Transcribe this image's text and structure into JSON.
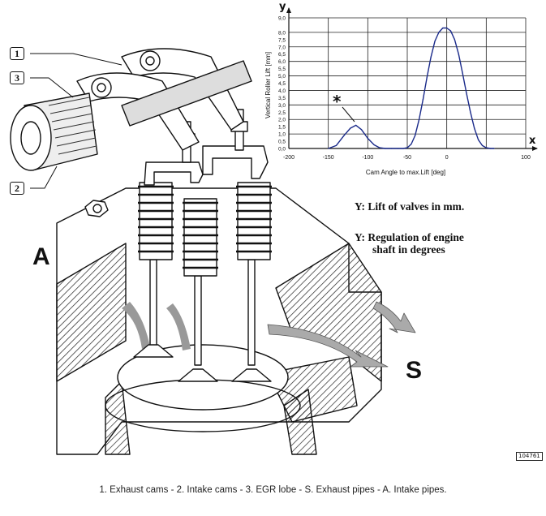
{
  "figure": {
    "callouts": [
      "1",
      "3",
      "2"
    ],
    "letters": {
      "intake": "A",
      "exhaust": "S"
    },
    "legend_lines": [
      "Y:  Lift of valves in mm.",
      "Y:  Regulation of engine",
      "shaft in degrees"
    ],
    "ref_code": "104761",
    "caption": "1. Exhaust cams - 2. Intake cams - 3. EGR lobe - S. Exhaust pipes - A. Intake pipes."
  },
  "chart_data": {
    "type": "line",
    "y_axis_letter": "y",
    "x_axis_letter": "x",
    "ylabel": "Vertical Roller Lift [mm]",
    "xlabel": "Cam Angle to max.Lift [deg]",
    "xlim": [
      -200,
      100
    ],
    "ylim": [
      0,
      9
    ],
    "x_ticks": [
      "-200",
      "-150",
      "-100",
      "-50",
      "0",
      "100"
    ],
    "y_ticks": [
      "0,0",
      "0,5",
      "1,0",
      "1,5",
      "2,0",
      "2,5",
      "3,0",
      "3,5",
      "4,0",
      "4,5",
      "5,0",
      "5,5",
      "6,0",
      "6,5",
      "7,0",
      "7,5",
      "8,0",
      "9,0"
    ],
    "grid": true,
    "annotation": "*",
    "series": [
      {
        "x": [
          -150,
          -140,
          -130,
          -122,
          -115,
          -108,
          -100,
          -92,
          -85,
          -78,
          -70,
          -62,
          -55,
          -50,
          -45,
          -40,
          -35,
          -30,
          -25,
          -20,
          -15,
          -10,
          -5,
          0,
          5,
          10,
          15,
          20,
          25,
          30,
          35,
          40,
          45,
          50,
          55,
          60
        ],
        "y": [
          0,
          0.2,
          0.9,
          1.4,
          1.6,
          1.3,
          0.7,
          0.25,
          0.05,
          0,
          0,
          0,
          0,
          0.05,
          0.3,
          0.9,
          2.0,
          3.4,
          4.9,
          6.3,
          7.4,
          8.0,
          8.3,
          8.3,
          8.1,
          7.5,
          6.5,
          5.2,
          3.8,
          2.5,
          1.4,
          0.6,
          0.2,
          0.05,
          0,
          0
        ]
      }
    ]
  }
}
